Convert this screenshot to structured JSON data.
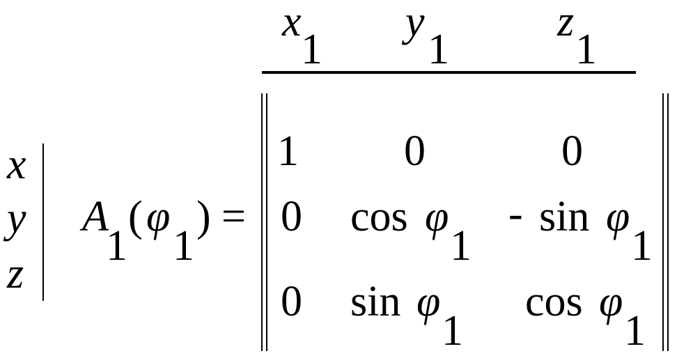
{
  "equation": {
    "column_headers": {
      "x_var": "x",
      "y_var": "y",
      "z_var": "z",
      "index": "1"
    },
    "row_labels": [
      "x",
      "y",
      "z"
    ],
    "lhs": {
      "matrix_symbol": "A",
      "sub_index": "1",
      "open_paren": "(",
      "argument": "φ",
      "argument_index": "1",
      "close_paren": ")",
      "equals": "="
    },
    "matrix": {
      "r1c1": "1",
      "r1c2": "0",
      "r1c3": "0",
      "r2c1": "0",
      "r3c1": "0",
      "cos": "cos",
      "sin": "sin",
      "minus": "-",
      "phi": "φ",
      "index": "1"
    }
  }
}
